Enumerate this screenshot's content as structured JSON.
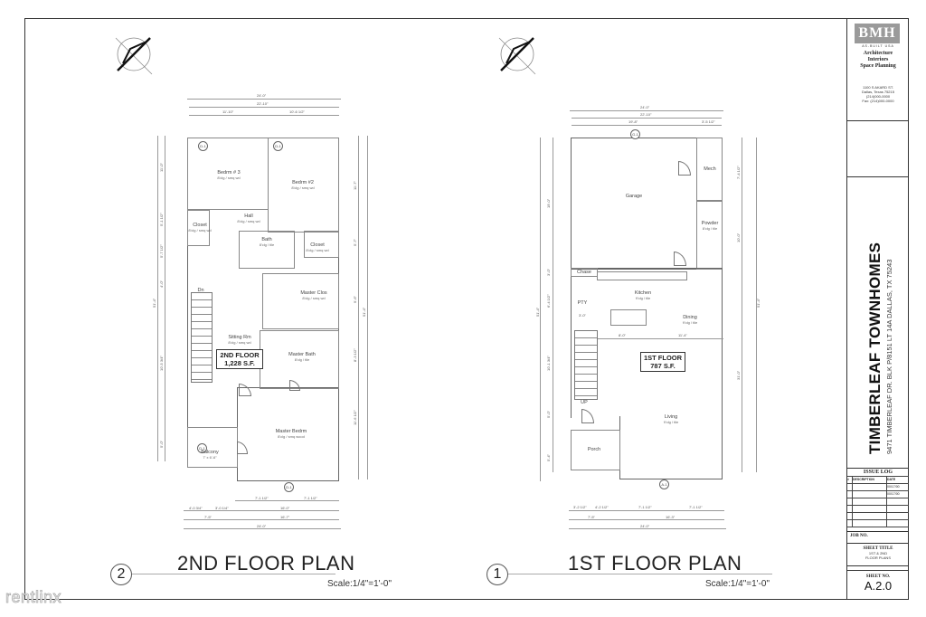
{
  "title_block": {
    "logo": "BMH",
    "logo_sub": "AS-BUILT USA",
    "firm_lines": [
      "Architecture",
      "Interiors",
      "Space Planning"
    ],
    "address_lines": [
      "1100 S AKARD ST.",
      "Dallas, Texas 75215",
      "(214)000-0000",
      "Fax: (214)000-0000"
    ],
    "project_name": "TIMBERLEAF TOWNHOMES",
    "project_address": "9471 TIMBERLEAF DR. BLK P/8151 LT 14A DALLAS, TX 75243",
    "issue_log": {
      "title": "ISSUE LOG",
      "headers": [
        "#",
        "DESCRIPTION",
        "DATE"
      ],
      "rows": [
        [
          "",
          "",
          "00/17/00"
        ],
        [
          "",
          "",
          "00/17/00"
        ],
        [
          "",
          "",
          ""
        ],
        [
          "",
          "",
          ""
        ],
        [
          "",
          "",
          ""
        ],
        [
          "",
          "",
          ""
        ],
        [
          "",
          "",
          ""
        ],
        [
          "",
          "",
          ""
        ]
      ]
    },
    "job_no_label": "JOB NO.",
    "sheet_title_label": "SHEET TITLE",
    "sheet_title_value_1": "1ST & 2ND",
    "sheet_title_value_2": "FLOOR PLANS",
    "sheet_no_label": "SHEET NO.",
    "sheet_no": "A.2.0"
  },
  "plans": [
    {
      "id": "2nd-floor",
      "number": "2",
      "title": "2ND FLOOR PLAN",
      "scale": "Scale:1/4\"=1'-0\"",
      "area_label": "2ND FLOOR",
      "area_value": "1,228 S.F.",
      "top_dims": [
        "24'-0\"",
        "22'-10\"",
        "11'-10\"",
        "10'-6 1/2\""
      ],
      "bottom_dims": [
        "7'-1 1/2\"",
        "7'-1 1/2\"",
        "4'-0 3/4\"",
        "3'-0 1/4\"",
        "16'-0\"",
        "7'-5\"",
        "16'-7\"",
        "24'-0\""
      ],
      "left_dims": [
        "11'-0\"",
        "5'-1 1/2\"",
        "5'-7 1/2\"",
        "4'-0\"",
        "10'-5 3/4\"",
        "5'-0\"",
        "51'-4\""
      ],
      "right_dims": [
        "11'-7\"",
        "5'-7\"",
        "9'-6\"",
        "8'-3 1/2\"",
        "11'-6 1/2\"",
        "51'-4\""
      ],
      "rooms": [
        {
          "name": "Bedrm # 3",
          "finish": "8'clg / smq wd"
        },
        {
          "name": "Bedrm #2",
          "finish": "8'clg / smq wd"
        },
        {
          "name": "Closet",
          "finish": "8'clg / smq wd"
        },
        {
          "name": "Hall",
          "finish": "8'clg / smq wd"
        },
        {
          "name": "Bath",
          "finish": "8'clg / tile"
        },
        {
          "name": "Closet",
          "finish": "8'clg / smq wd"
        },
        {
          "name": "Master Clos",
          "finish": "8'clg / smq wd"
        },
        {
          "name": "Sitting Rm",
          "finish": "8'clg / smq wd"
        },
        {
          "name": "Master Bath",
          "finish": "8'clg / tile"
        },
        {
          "name": "Master Bedrm",
          "finish": "8'clg / smq wood"
        },
        {
          "name": "Balcony",
          "finish": "7' x 6'-6\""
        },
        {
          "name": "Dn",
          "finish": ""
        }
      ]
    },
    {
      "id": "1st-floor",
      "number": "1",
      "title": "1ST FLOOR PLAN",
      "scale": "Scale:1/4\"=1'-0\"",
      "area_label": "1ST FLOOR",
      "area_value": "787 S.F.",
      "top_dims": [
        "24'-0\"",
        "22'-10\"",
        "19'-8\"",
        "3'-5 1/2\""
      ],
      "bottom_dims": [
        "3'-2 1/2\"",
        "4'-2 1/2\"",
        "7'-1 1/2\"",
        "7'-1 1/2\"",
        "7'-5\"",
        "16'-3\"",
        "24'-0\""
      ],
      "left_dims": [
        "19'-0\"",
        "3'-0\"",
        "6'-4 1/2\"",
        "10'-1 3/4\"",
        "5'-0\"",
        "5'-4\"",
        "51'-4\""
      ],
      "right_dims": [
        "7'-4 1/2\"",
        "10'-0\"",
        "31'-0\"",
        "51'-4\""
      ],
      "interior_dims": [
        "8'-0\"",
        "11'-4\"",
        "3'-0\""
      ],
      "rooms": [
        {
          "name": "Garage",
          "finish": ""
        },
        {
          "name": "Mech",
          "finish": ""
        },
        {
          "name": "Powder",
          "finish": "8'clg / tile"
        },
        {
          "name": "Chase",
          "finish": ""
        },
        {
          "name": "Kitchen",
          "finish": "9'clg / tile"
        },
        {
          "name": "PTY",
          "finish": ""
        },
        {
          "name": "Dining",
          "finish": "9'clg / tile"
        },
        {
          "name": "Living",
          "finish": "9'clg / tile"
        },
        {
          "name": "Porch",
          "finish": ""
        },
        {
          "name": "UP",
          "finish": ""
        }
      ]
    }
  ],
  "watermark": "rentlinx"
}
